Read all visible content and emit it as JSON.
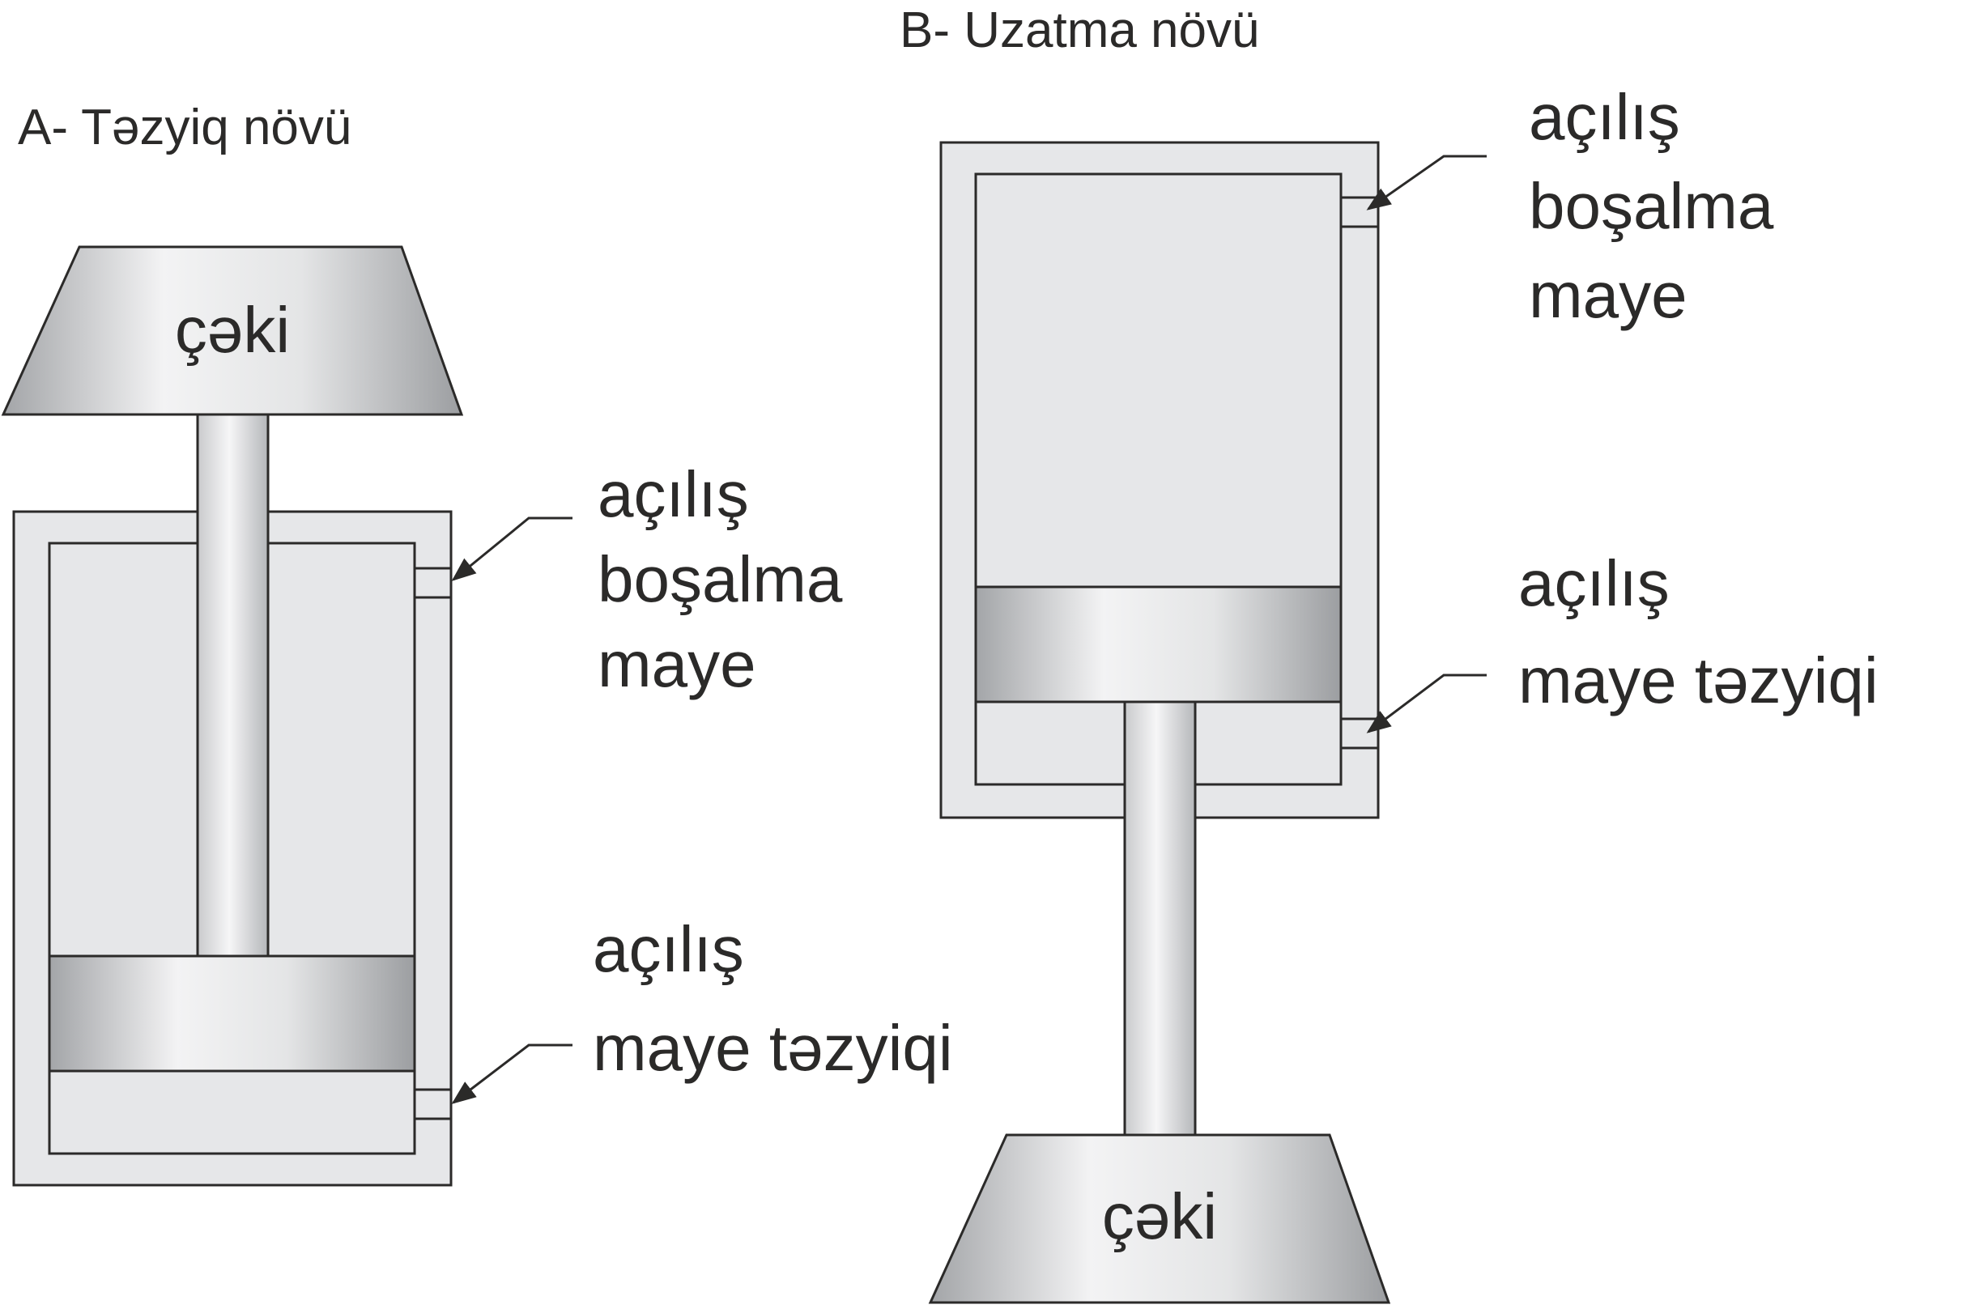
{
  "diagram_a": {
    "title": "A- Təzyiq növü",
    "weight_label": "çəki",
    "port_top_label": [
      "açılış",
      "boşalma",
      "maye"
    ],
    "port_bottom_label": [
      "açılış",
      "maye təzyiqi"
    ]
  },
  "diagram_b": {
    "title": "B- Uzatma növü",
    "weight_label": "çəki",
    "port_top_label": [
      "açılış",
      "boşalma",
      "maye"
    ],
    "port_bottom_label": [
      "açılış",
      "maye təzyiqi"
    ]
  },
  "colors": {
    "fill": "#e6e7e9",
    "stroke": "#2b2a29",
    "metal_dark": "#9fa1a4",
    "metal_light": "#f4f4f5"
  }
}
